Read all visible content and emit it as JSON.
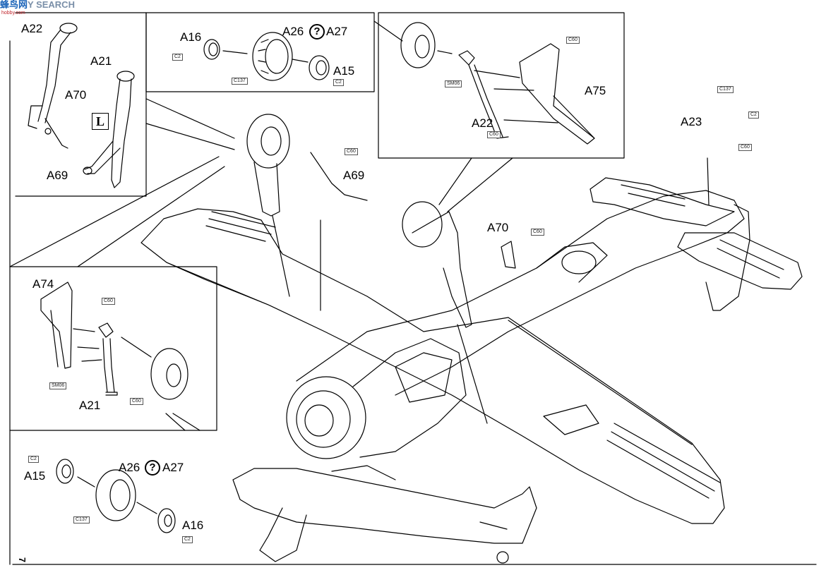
{
  "watermark": {
    "part1": "蜂鸟网",
    "part2": "Y SEARCH",
    "sub": "hobby.com"
  },
  "page_number": "7",
  "labels": {
    "a22_top": "A22",
    "a21_top": "A21",
    "a70_top": "A70",
    "a69_top": "A69",
    "a16_top": "A16",
    "a26_top": "A26",
    "a27_top": "A27",
    "a15_top": "A15",
    "a22_mid": "A22",
    "a75": "A75",
    "a23": "A23",
    "a69_mid": "A69",
    "a70_mid": "A70",
    "a74": "A74",
    "a21_low": "A21",
    "a15_low": "A15",
    "a26_low": "A26",
    "a27_low": "A27",
    "a16_low": "A16",
    "l_box": "L",
    "qmark": "?"
  },
  "refs": {
    "c2_a": "C2",
    "c137_a": "C137",
    "c2_b": "C2",
    "sm06_a": "SM06",
    "c60_a": "C60",
    "c60_b": "C60",
    "c137_b": "C137",
    "c2_c": "C2",
    "c60_c": "C60",
    "c60_d": "C60",
    "c60_e": "C60",
    "c60_f": "C60",
    "sm06_b": "SM06",
    "c60_g": "C60",
    "c2_d": "C2",
    "c137_c": "C137",
    "c2_e": "C2"
  }
}
